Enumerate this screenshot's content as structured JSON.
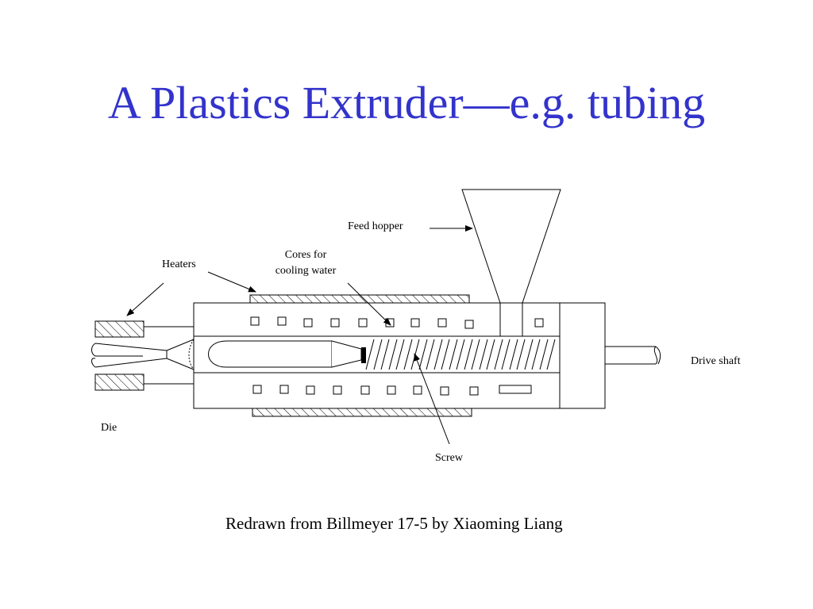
{
  "slide": {
    "title": "A Plastics Extruder—e.g. tubing",
    "caption": "Redrawn from Billmeyer 17-5 by Xiaoming Liang",
    "title_color": "#3333cc"
  },
  "diagram": {
    "labels": {
      "feed_hopper": "Feed hopper",
      "heaters": "Heaters",
      "cores_line1": "Cores for",
      "cores_line2": "cooling water",
      "drive_shaft": "Drive shaft",
      "die": "Die",
      "screw": "Screw"
    }
  }
}
